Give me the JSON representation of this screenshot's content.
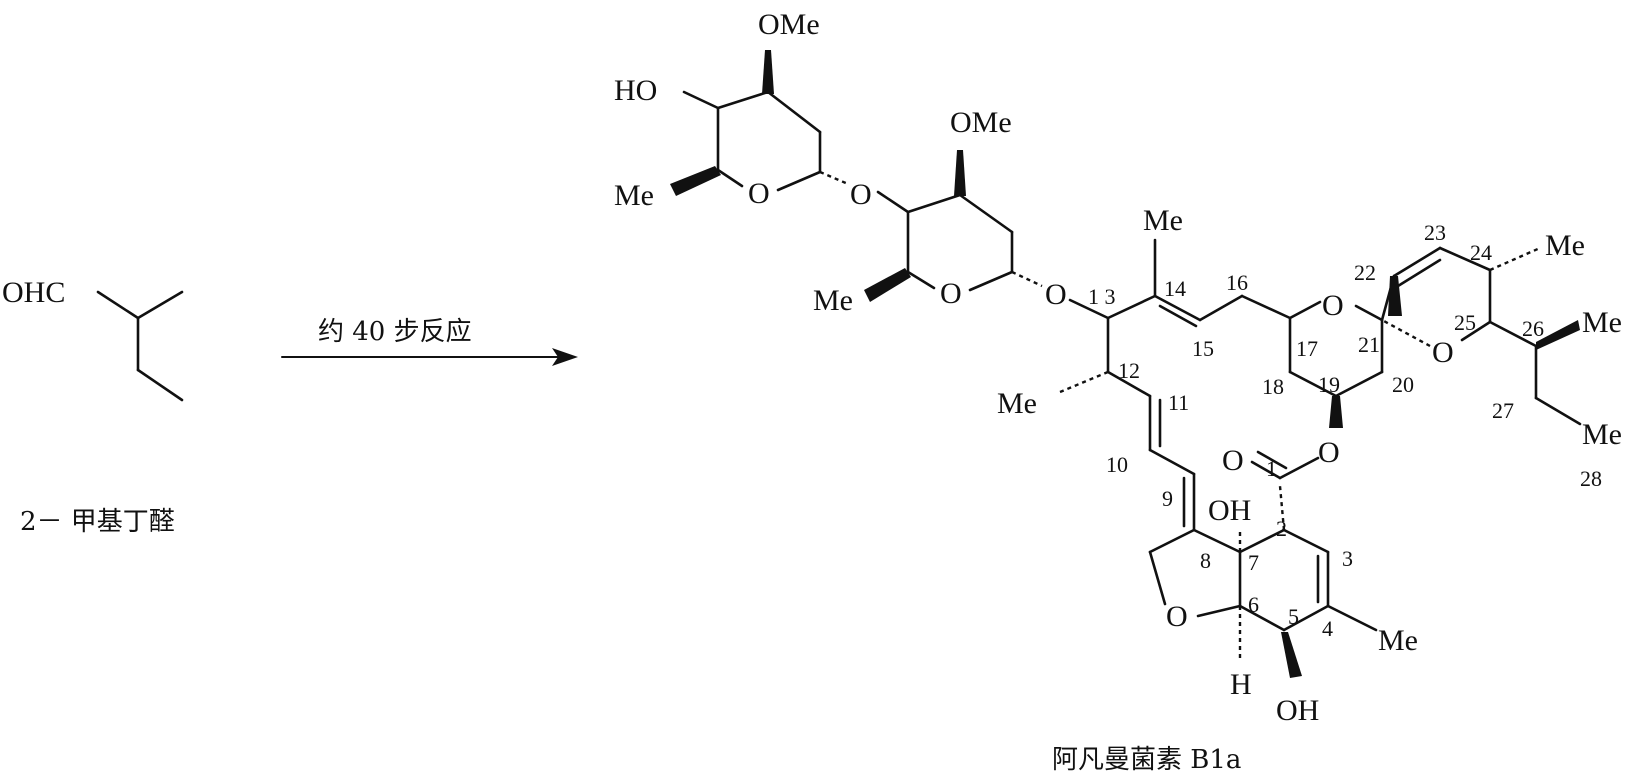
{
  "reactant": {
    "aldehyde_label": "OHC",
    "name": "2－ 甲基丁醛"
  },
  "arrow": {
    "label": "约 40 步反应"
  },
  "product": {
    "name": "阿凡曼菌素 B1a",
    "atoms": {
      "ome_top": "OMe",
      "ho_top": "HO",
      "me_sugar1": "Me",
      "o_sugar1_ring": "O",
      "o_glyco1": "O",
      "ome_mid": "OMe",
      "me_sugar2": "Me",
      "o_sugar2_ring": "O",
      "o_glyco2": "O",
      "me_c14": "Me",
      "me_c12": "Me",
      "o_c17": "O",
      "o_c25": "O",
      "me_c24": "Me",
      "me_c26": "Me",
      "me_c27": "Me",
      "o_carbonyl": "O",
      "o_ester": "O",
      "oh_c7": "OH",
      "o_furan": "O",
      "h_c6": "H",
      "oh_c5": "OH",
      "me_c4": "Me"
    },
    "numbers": {
      "n1": "1",
      "n2": "2",
      "n3": "3",
      "n4": "4",
      "n5": "5",
      "n6": "6",
      "n7": "7",
      "n8": "8",
      "n9": "9",
      "n10": "10",
      "n11": "11",
      "n12": "12",
      "n13": "1 3",
      "n14": "14",
      "n15": "15",
      "n16": "16",
      "n17": "17",
      "n18": "18",
      "n19": "19",
      "n20": "20",
      "n21": "21",
      "n22": "22",
      "n23": "23",
      "n24": "24",
      "n25": "25",
      "n26": "26",
      "n27": "27",
      "n28": "28"
    }
  }
}
